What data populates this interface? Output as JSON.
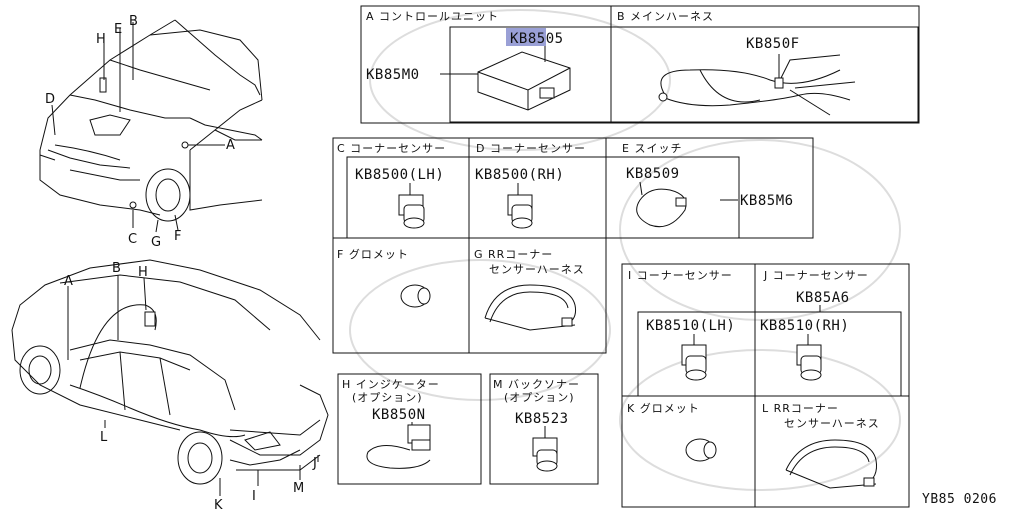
{
  "diagram_id": "YB85 0206",
  "car_labels": {
    "front": [
      "H",
      "E",
      "B",
      "D",
      "A",
      "C",
      "G",
      "F"
    ],
    "rear": [
      "A",
      "B",
      "H",
      "L",
      "K",
      "I",
      "M",
      "J"
    ]
  },
  "panels": {
    "A": {
      "title": "A コントロールユニット",
      "part": "KB8505",
      "group": "KB85M0"
    },
    "B": {
      "title": "B メインハーネス",
      "part": "KB850F"
    },
    "C": {
      "title": "C コーナーセンサー",
      "part": "KB8500(LH)"
    },
    "D": {
      "title": "D コーナーセンサー",
      "part": "KB8500(RH)"
    },
    "E": {
      "title": "E スイッチ",
      "part": "KB8509",
      "group": "KB85M6"
    },
    "F": {
      "title": "F グロメット"
    },
    "G": {
      "title": "G RRコーナー",
      "title2": "センサーハーネス"
    },
    "H": {
      "title": "H インジケーター",
      "title2": "(オプション)",
      "part": "KB850N"
    },
    "M": {
      "title": "M バックソナー",
      "title2": "(オプション)",
      "part": "KB8523"
    },
    "I": {
      "title": "I コーナーセンサー",
      "part": "KB8510(LH)"
    },
    "J": {
      "title": "J コーナーセンサー",
      "group": "KB85A6",
      "part": "KB8510(RH)"
    },
    "K": {
      "title": "K グロメット"
    },
    "L": {
      "title": "L RRコーナー",
      "title2": "センサーハーネス"
    }
  }
}
